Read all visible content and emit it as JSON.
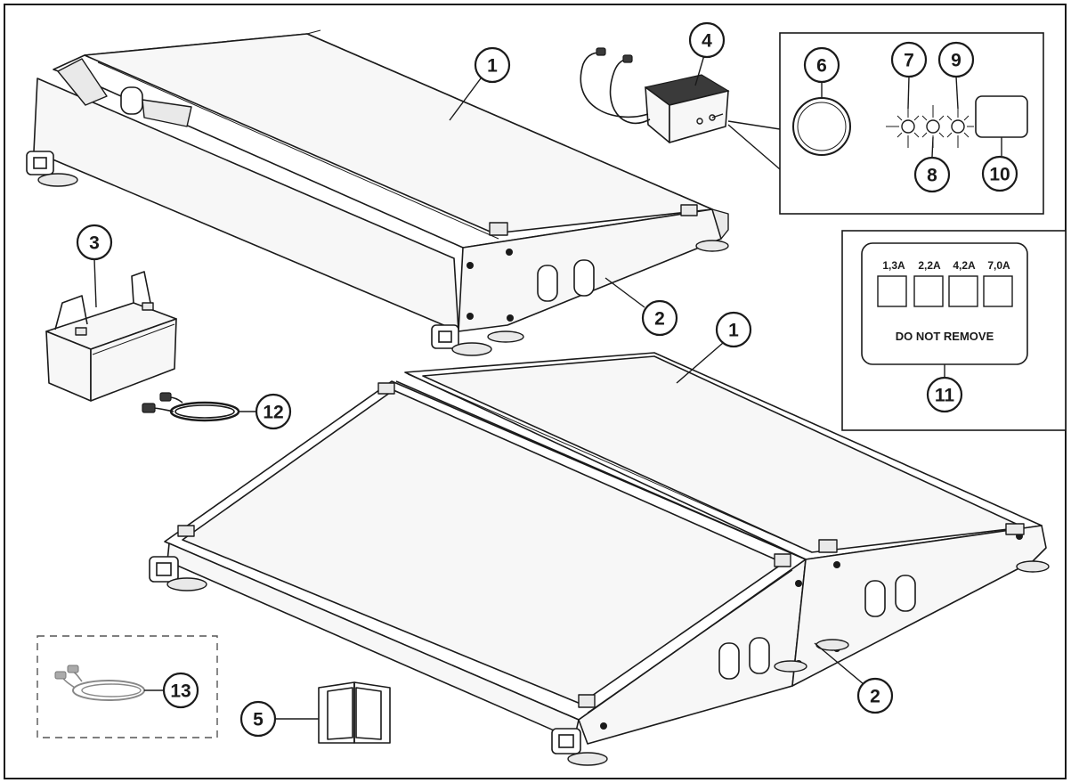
{
  "callouts": {
    "c1a": "1",
    "c1b": "1",
    "c2a": "2",
    "c2b": "2",
    "c3": "3",
    "c4": "4",
    "c5": "5",
    "c6": "6",
    "c7": "7",
    "c8": "8",
    "c9": "9",
    "c10": "10",
    "c11": "11",
    "c12": "12",
    "c13": "13"
  },
  "fuse_panel": {
    "ratings": [
      "1,3A",
      "2,2A",
      "4,2A",
      "7,0A"
    ],
    "warning": "DO NOT REMOVE"
  }
}
